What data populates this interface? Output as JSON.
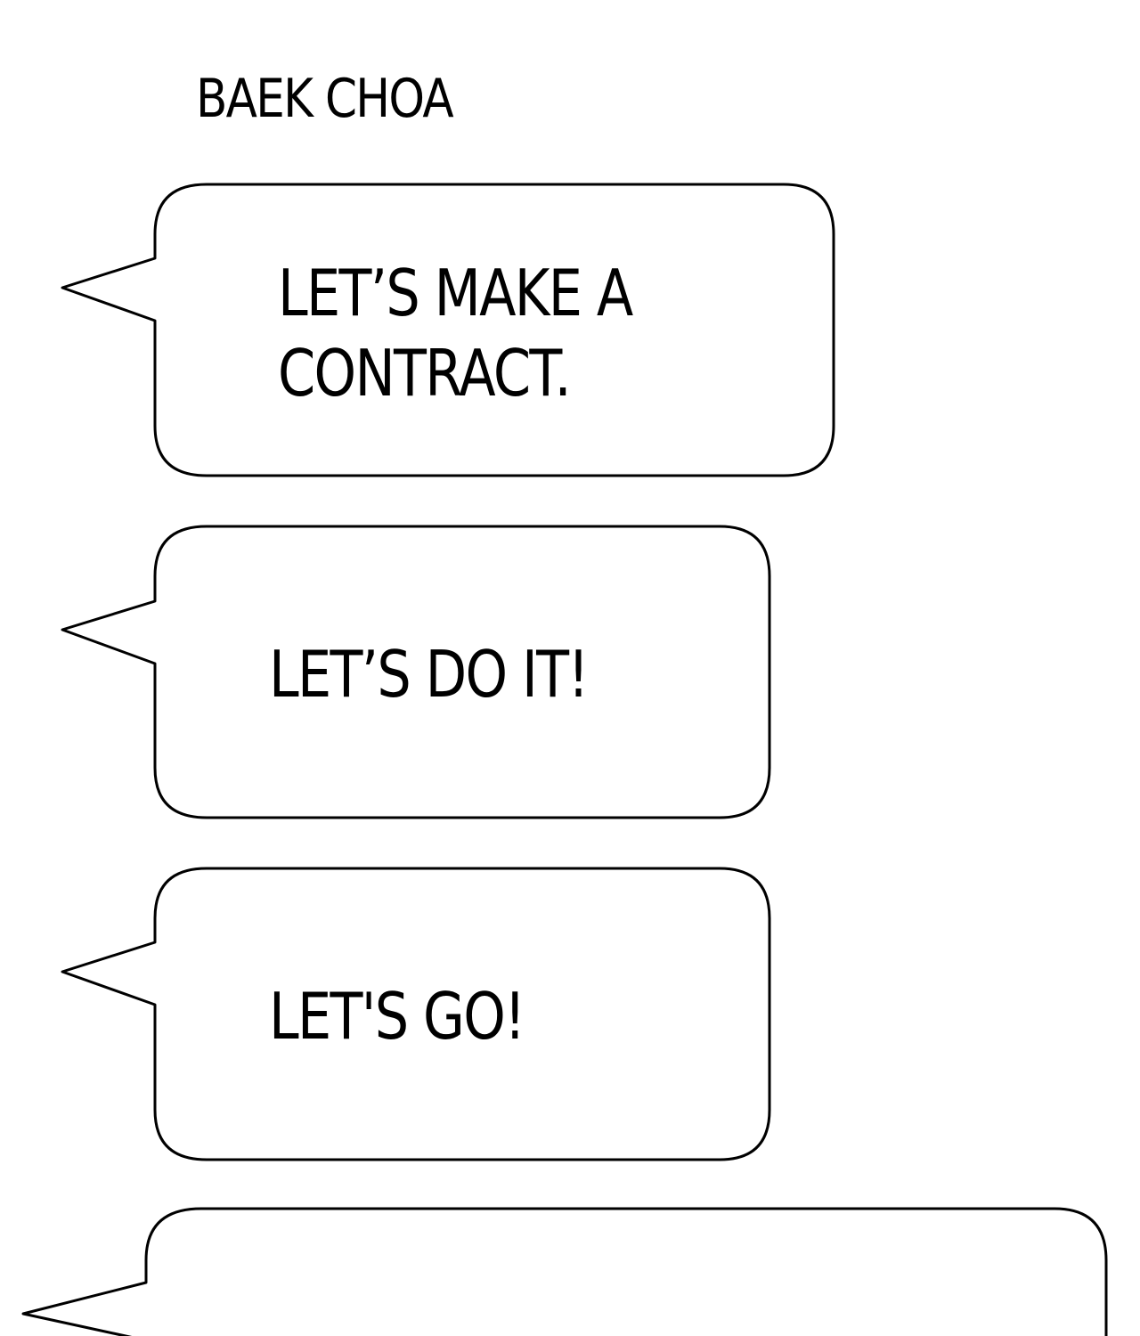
{
  "chat": {
    "sender": "BAEK CHOA",
    "messages": [
      {
        "lines": [
          "LET’S MAKE A",
          "CONTRACT."
        ]
      },
      {
        "lines": [
          "LET’S DO IT!"
        ]
      },
      {
        "lines": [
          "LET'S GO!"
        ]
      },
      {
        "lines": [
          ""
        ]
      }
    ]
  },
  "colors": {
    "background": "#ffffff",
    "bubble_fill": "#ffffff",
    "bubble_stroke": "#000000",
    "text": "#000000"
  }
}
